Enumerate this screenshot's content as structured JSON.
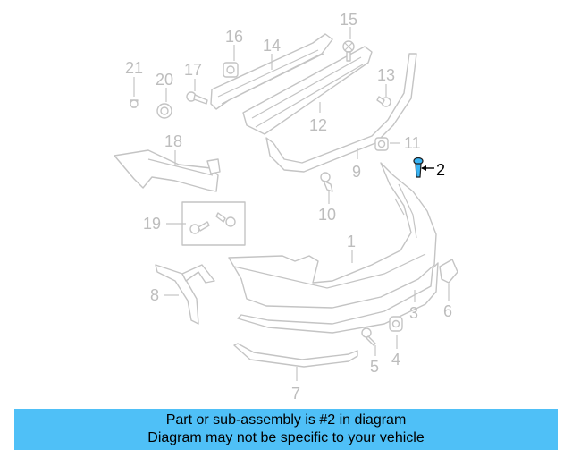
{
  "callouts": {
    "c1": "1",
    "c2": "2",
    "c3": "3",
    "c4": "4",
    "c5": "5",
    "c6": "6",
    "c7": "7",
    "c8": "8",
    "c9": "9",
    "c10": "10",
    "c11": "11",
    "c12": "12",
    "c13": "13",
    "c14": "14",
    "c15": "15",
    "c16": "16",
    "c17": "17",
    "c18": "18",
    "c19": "19",
    "c20": "20",
    "c21": "21"
  },
  "highlight": {
    "part_number": "2",
    "color": "#39b4f4"
  },
  "banner": {
    "line1": "Part or sub-assembly is #2 in diagram",
    "line2": "Diagram may not be specific to your vehicle",
    "background": "#4fc0f7"
  }
}
